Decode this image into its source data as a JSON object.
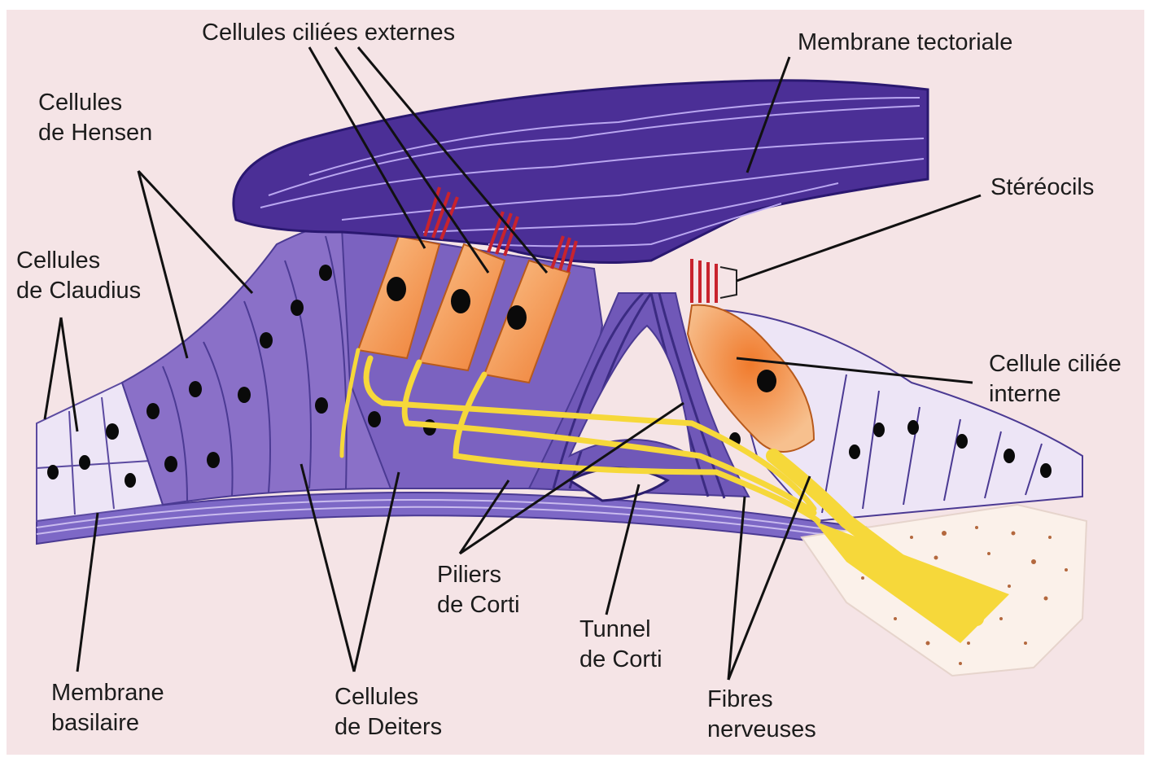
{
  "labels": {
    "cellules_ciliees_externes": "Cellules ciliées externes",
    "membrane_tectoriale": "Membrane tectoriale",
    "hensen": {
      "line1": "Cellules",
      "line2": "de Hensen"
    },
    "stereocils": "Stéréocils",
    "claudius": {
      "line1": "Cellules",
      "line2": "de Claudius"
    },
    "cellule_ciliee_interne": {
      "line1": "Cellule ciliée",
      "line2": "interne"
    },
    "piliers_corti": {
      "line1": "Piliers",
      "line2": "de Corti"
    },
    "tunnel_corti": {
      "line1": "Tunnel",
      "line2": "de Corti"
    },
    "membrane_basilaire": {
      "line1": "Membrane",
      "line2": "basilaire"
    },
    "deiters": {
      "line1": "Cellules",
      "line2": "de Deiters"
    },
    "fibres_nerveuses": {
      "line1": "Fibres",
      "line2": "nerveuses"
    }
  },
  "colors": {
    "background": "#f5e4e6",
    "tectorial_membrane": "#4b2f96",
    "support_cells": "#8a70c8",
    "hair_cells": "#f39a4c",
    "nerve_fibers": "#f6d83a",
    "claudius_cells": "#ede5f6",
    "bone": "#fbf1ea",
    "stereocilia": "#c8232d"
  }
}
